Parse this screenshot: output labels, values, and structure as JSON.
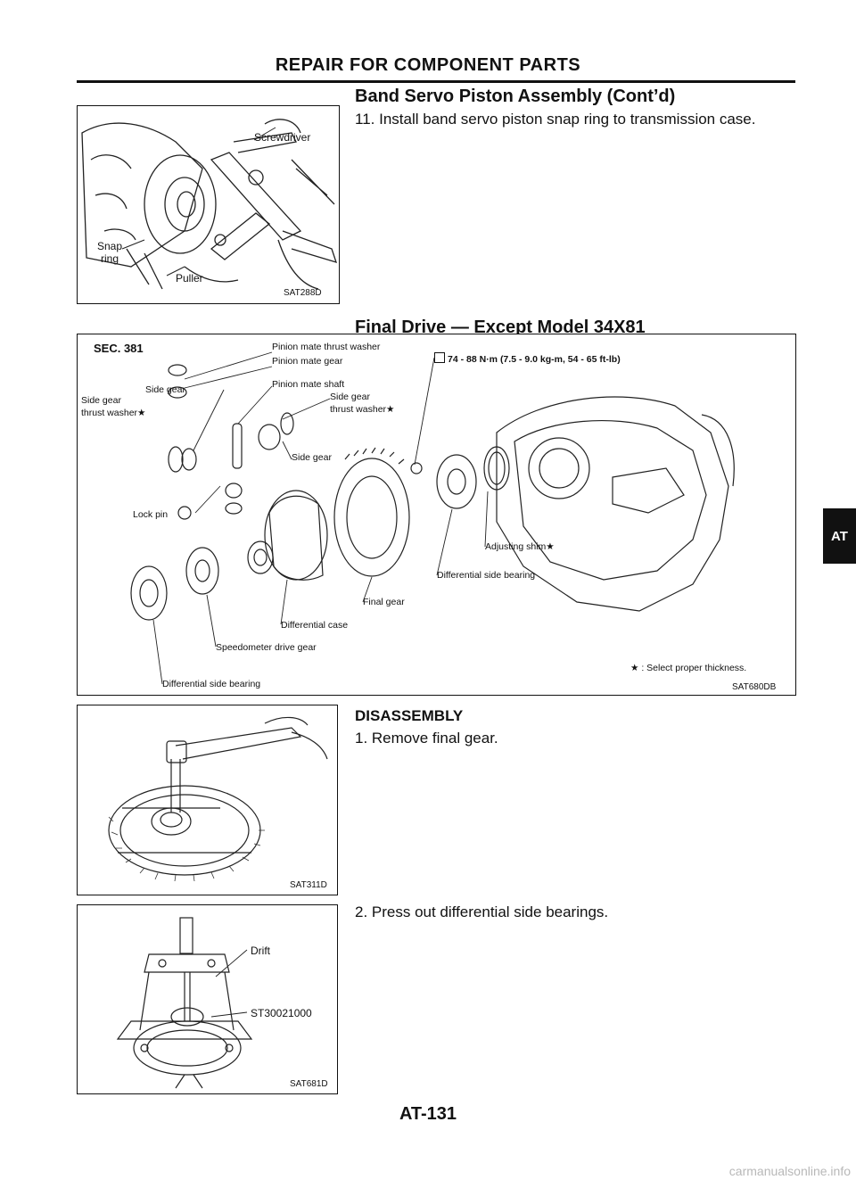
{
  "header": {
    "title": "REPAIR FOR COMPONENT PARTS"
  },
  "section1": {
    "heading": "Band Servo Piston Assembly (Cont’d)",
    "step": "11. Install band servo piston snap ring to transmission case.",
    "figure": {
      "code": "SAT288D",
      "labels": {
        "screwdriver": "Screwdriver",
        "snap": "Snap",
        "ring": "ring",
        "puller": "Puller"
      }
    }
  },
  "section2": {
    "heading": "Final Drive — Except Model 34X81",
    "figure": {
      "code": "SAT680DB",
      "sec": "SEC. 381",
      "torque": "74 - 88 N·m (7.5 - 9.0 kg-m, 54 - 65 ft-lb)",
      "note": "★ : Select proper thickness.",
      "labels": {
        "pinion_washer": "Pinion mate thrust washer",
        "pinion_gear": "Pinion mate gear",
        "pinion_shaft": "Pinion mate shaft",
        "side_gear_top": "Side gear",
        "side_gear_thrust_1": "Side gear",
        "side_gear_thrust_2": "thrust washer★",
        "side_gear_r1": "Side gear",
        "side_gear_r2": "thrust washer★",
        "side_gear_low": "Side gear",
        "lock_pin": "Lock pin",
        "adjusting_shim": "Adjusting shim★",
        "diff_bearing_right": "Differential side bearing",
        "final_gear": "Final gear",
        "diff_case": "Differential case",
        "speedo_gear": "Speedometer drive gear",
        "diff_bearing_left": "Differential side bearing"
      }
    }
  },
  "disassembly": {
    "heading": "DISASSEMBLY",
    "step1": "1. Remove final gear.",
    "step2": "2. Press out differential side bearings.",
    "fig1_code": "SAT311D",
    "fig2_code": "SAT681D",
    "fig2_labels": {
      "drift": "Drift",
      "tool": "ST30021000"
    }
  },
  "side_tab": "AT",
  "footer": {
    "page": "AT-131"
  },
  "watermark": "carmanualsonline.info"
}
